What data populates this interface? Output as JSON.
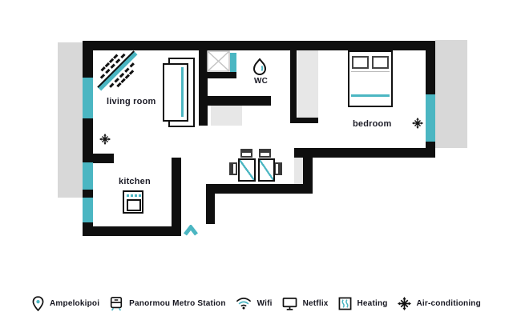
{
  "colors": {
    "accent_teal": "#4bb6c2",
    "wall_black": "#0f0f0f",
    "shadow_gray": "#d8d8d8",
    "shadow_light_gray": "#e7e7e7",
    "text": "#1b1b26"
  },
  "plan": {
    "rooms": {
      "living_room": {
        "label": "living room"
      },
      "kitchen": {
        "label": "kitchen"
      },
      "wc": {
        "label": "WC"
      },
      "bedroom": {
        "label": "bedroom"
      }
    },
    "features": {
      "entrance_marker": "chevron-up",
      "air_conditioning_marks": 2,
      "windows_teal_segments": 6
    }
  },
  "footer": {
    "items": [
      {
        "icon": "location-pin-icon",
        "label": "Ampelokipoi"
      },
      {
        "icon": "metro-train-icon",
        "label": "Panormou Metro Station"
      },
      {
        "icon": "wifi-icon",
        "label": "Wifi"
      },
      {
        "icon": "monitor-icon",
        "label": "Netflix"
      },
      {
        "icon": "radiator-icon",
        "label": "Heating"
      },
      {
        "icon": "snowflake-icon",
        "label": "Air-conditioning"
      }
    ]
  }
}
